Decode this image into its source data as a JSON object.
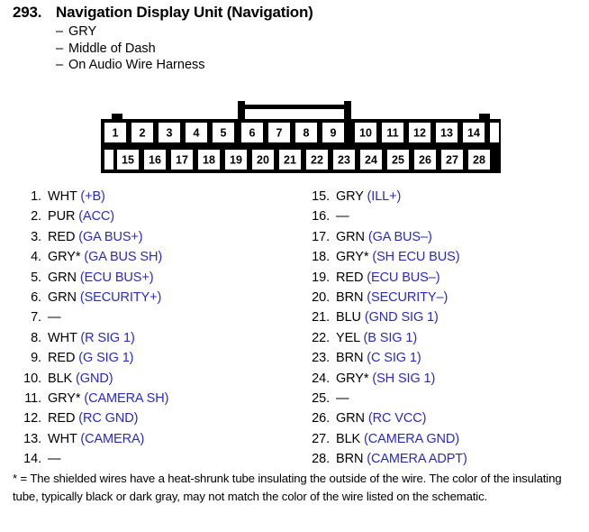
{
  "header": {
    "number": "293.",
    "title": "Navigation Display Unit (Navigation)",
    "dash": "–",
    "details": [
      "GRY",
      "Middle of Dash",
      "On Audio Wire Harness"
    ]
  },
  "connector": {
    "name": "28-pin wire harness connector",
    "top_row_pins": [
      "1",
      "2",
      "3",
      "4",
      "5",
      "6",
      "7",
      "8",
      "9",
      "10",
      "11",
      "12",
      "13",
      "14"
    ],
    "bottom_row_pins": [
      "15",
      "16",
      "17",
      "18",
      "19",
      "20",
      "21",
      "22",
      "23",
      "24",
      "25",
      "26",
      "27",
      "28"
    ],
    "latch_spans_pins": [
      "6",
      "7",
      "8",
      "9"
    ],
    "outline_color": "#000000",
    "fill_color": "#ffffff"
  },
  "pins": {
    "left_column": [
      {
        "index": "1.",
        "wire": "WHT",
        "signal": "(+B)"
      },
      {
        "index": "2.",
        "wire": "PUR",
        "signal": "(ACC)"
      },
      {
        "index": "3.",
        "wire": "RED",
        "signal": "(GA BUS+)"
      },
      {
        "index": "4.",
        "wire": "GRY*",
        "signal": "(GA BUS SH)"
      },
      {
        "index": "5.",
        "wire": "GRN",
        "signal": "(ECU BUS+)"
      },
      {
        "index": "6.",
        "wire": "GRN",
        "signal": "(SECURITY+)"
      },
      {
        "index": "7.",
        "wire": "—",
        "signal": ""
      },
      {
        "index": "8.",
        "wire": "WHT",
        "signal": "(R SIG 1)"
      },
      {
        "index": "9.",
        "wire": "RED",
        "signal": "(G SIG 1)"
      },
      {
        "index": "10.",
        "wire": "BLK",
        "signal": "(GND)"
      },
      {
        "index": "11.",
        "wire": "GRY*",
        "signal": "(CAMERA SH)"
      },
      {
        "index": "12.",
        "wire": "RED",
        "signal": "(RC GND)"
      },
      {
        "index": "13.",
        "wire": "WHT",
        "signal": "(CAMERA)"
      },
      {
        "index": "14.",
        "wire": "—",
        "signal": ""
      }
    ],
    "right_column": [
      {
        "index": "15.",
        "wire": "GRY",
        "signal": "(ILL+)"
      },
      {
        "index": "16.",
        "wire": "—",
        "signal": ""
      },
      {
        "index": "17.",
        "wire": "GRN",
        "signal": "(GA BUS–)"
      },
      {
        "index": "18.",
        "wire": "GRY*",
        "signal": "(SH ECU BUS)"
      },
      {
        "index": "19.",
        "wire": "RED",
        "signal": "(ECU BUS–)"
      },
      {
        "index": "20.",
        "wire": "BRN",
        "signal": "(SECURITY–)"
      },
      {
        "index": "21.",
        "wire": "BLU",
        "signal": "(GND SIG 1)"
      },
      {
        "index": "22.",
        "wire": "YEL",
        "signal": "(B SIG 1)"
      },
      {
        "index": "23.",
        "wire": "BRN",
        "signal": "(C SIG 1)"
      },
      {
        "index": "24.",
        "wire": "GRY*",
        "signal": "(SH SIG 1)"
      },
      {
        "index": "25.",
        "wire": "—",
        "signal": ""
      },
      {
        "index": "26.",
        "wire": "GRN",
        "signal": "(RC VCC)"
      },
      {
        "index": "27.",
        "wire": "BLK",
        "signal": "(CAMERA GND)"
      },
      {
        "index": "28.",
        "wire": "BRN",
        "signal": "(CAMERA ADPT)"
      }
    ]
  },
  "footnote": {
    "text": "* = The shielded wires have a heat-shrunk tube insulating the outside of the wire. The color of the insulating tube, typically black or dark gray, may not match the color of the wire listed on the schematic."
  },
  "colors": {
    "signal_blue": "#2a2ac0",
    "text_black": "#000000",
    "page_background": "#ffffff"
  }
}
